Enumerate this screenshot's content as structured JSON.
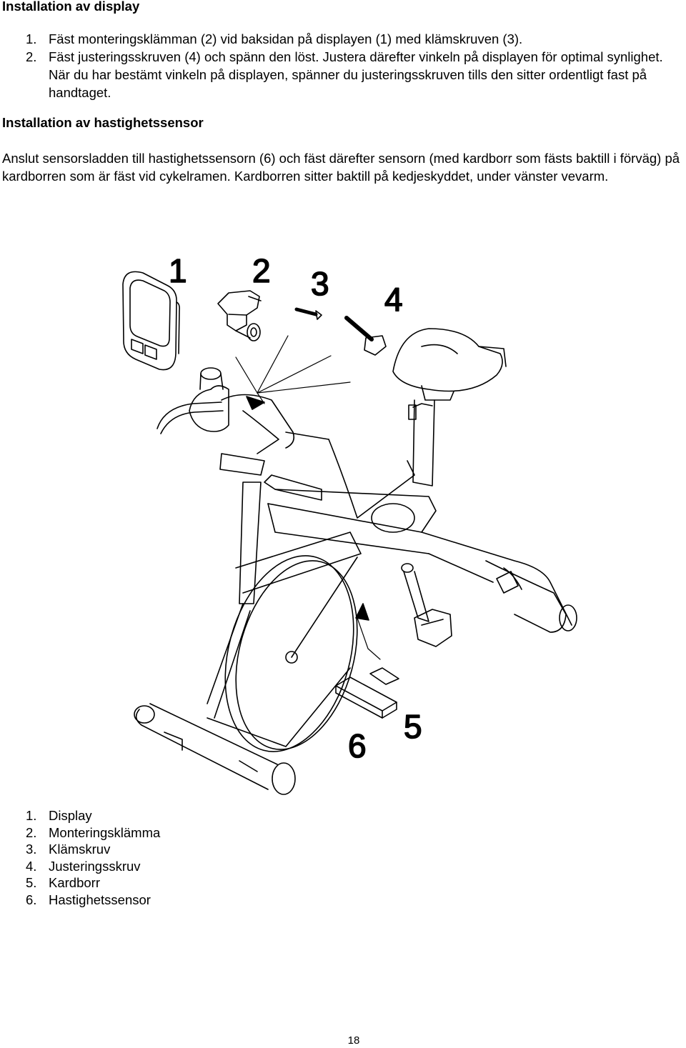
{
  "section1": {
    "title": "Installation av display",
    "steps": [
      {
        "num": "1.",
        "text": "Fäst monteringsklämman (2) vid baksidan på displayen (1) med klämskruven (3)."
      },
      {
        "num": "2.",
        "text": "Fäst justeringsskruven (4) och spänn den löst. Justera därefter vinkeln på displayen för optimal synlighet. När du har bestämt vinkeln på displayen, spänner du justeringsskruven tills den sitter ordentligt fast på handtaget."
      }
    ]
  },
  "section2": {
    "title": "Installation av hastighetssensor",
    "body": "Anslut sensorsladden till hastighetssensorn (6) och fäst därefter sensorn (med kardborr som fästs baktill i förväg) på kardborren som är fäst vid cykelramen. Kardborren sitter baktill på kedjeskyddet, under vänster vevarm."
  },
  "figure": {
    "callouts": [
      "1",
      "2",
      "3",
      "4",
      "5",
      "6"
    ],
    "stroke_color": "#000000"
  },
  "legend": [
    {
      "num": "1.",
      "label": "Display"
    },
    {
      "num": "2.",
      "label": "Monteringsklämma"
    },
    {
      "num": "3.",
      "label": "Klämskruv"
    },
    {
      "num": "4.",
      "label": "Justeringsskruv"
    },
    {
      "num": "5.",
      "label": "Kardborr"
    },
    {
      "num": "6.",
      "label": "Hastighetssensor"
    }
  ],
  "page_number": "18"
}
